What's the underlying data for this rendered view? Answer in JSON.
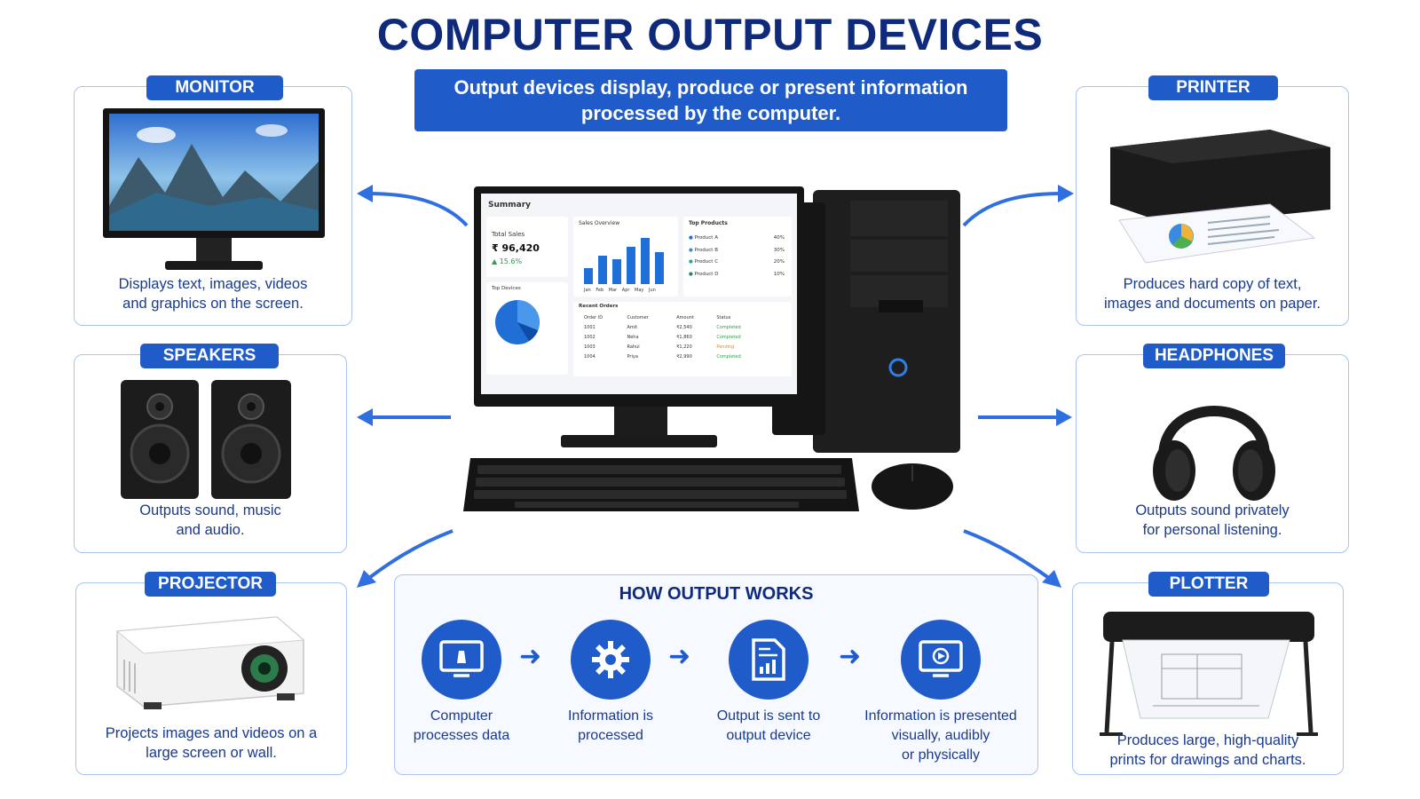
{
  "title": "COMPUTER OUTPUT DEVICES",
  "subtitle": "Output devices display, produce or present information processed by the computer.",
  "colors": {
    "accent": "#1f5cc9",
    "title": "#0f2a7a",
    "card_border": "#a9c3ee"
  },
  "devices": {
    "monitor": {
      "label": "MONITOR",
      "desc": [
        "Displays text, images, videos",
        "and graphics on the screen."
      ],
      "icon": "monitor-icon"
    },
    "speakers": {
      "label": "SPEAKERS",
      "desc": [
        "Outputs sound, music",
        "and audio."
      ],
      "icon": "speakers-icon"
    },
    "projector": {
      "label": "PROJECTOR",
      "desc": [
        "Projects images and videos on a",
        "large screen or wall."
      ],
      "icon": "projector-icon"
    },
    "printer": {
      "label": "PRINTER",
      "desc": [
        "Produces hard copy of text,",
        "images and documents on paper."
      ],
      "icon": "printer-icon"
    },
    "headphones": {
      "label": "HEADPHONES",
      "desc": [
        "Outputs sound privately",
        "for personal listening."
      ],
      "icon": "headphones-icon"
    },
    "plotter": {
      "label": "PLOTTER",
      "desc": [
        "Produces large, high-quality",
        "prints for drawings and charts."
      ],
      "icon": "plotter-icon"
    }
  },
  "center_screen": {
    "header": "Summary",
    "sales_label": "Total Sales",
    "sales_value": "₹ 96,420",
    "sales_change": "▲ 15.6%",
    "overview_title": "Sales Overview",
    "months": [
      "Jan",
      "Feb",
      "Mar",
      "Apr",
      "May",
      "Jun"
    ],
    "top_products_title": "Top Products",
    "products": [
      {
        "name": "Product A",
        "pct": "40%"
      },
      {
        "name": "Product B",
        "pct": "30%"
      },
      {
        "name": "Product C",
        "pct": "20%"
      },
      {
        "name": "Product D",
        "pct": "10%"
      }
    ],
    "pie_title": "Top Devices",
    "orders_title": "Recent Orders",
    "order_headers": [
      "Order ID",
      "Customer",
      "Amount",
      "Status"
    ],
    "orders": [
      {
        "id": "1001",
        "customer": "Amit",
        "amount": "₹2,540",
        "status": "Completed"
      },
      {
        "id": "1002",
        "customer": "Neha",
        "amount": "₹1,860",
        "status": "Completed"
      },
      {
        "id": "1003",
        "customer": "Rahul",
        "amount": "₹1,220",
        "status": "Pending"
      },
      {
        "id": "1004",
        "customer": "Priya",
        "amount": "₹2,990",
        "status": "Completed"
      }
    ]
  },
  "how_output": {
    "title": "HOW OUTPUT WORKS",
    "steps": [
      {
        "lines": [
          "Computer",
          "processes data"
        ],
        "icon": "computer-icon"
      },
      {
        "lines": [
          "Information is",
          "processed"
        ],
        "icon": "gear-icon"
      },
      {
        "lines": [
          "Output is sent to",
          "output device"
        ],
        "icon": "document-chart-icon"
      },
      {
        "lines": [
          "Information is presented",
          "visually, audibly",
          "or physically"
        ],
        "icon": "monitor-play-icon"
      }
    ]
  }
}
